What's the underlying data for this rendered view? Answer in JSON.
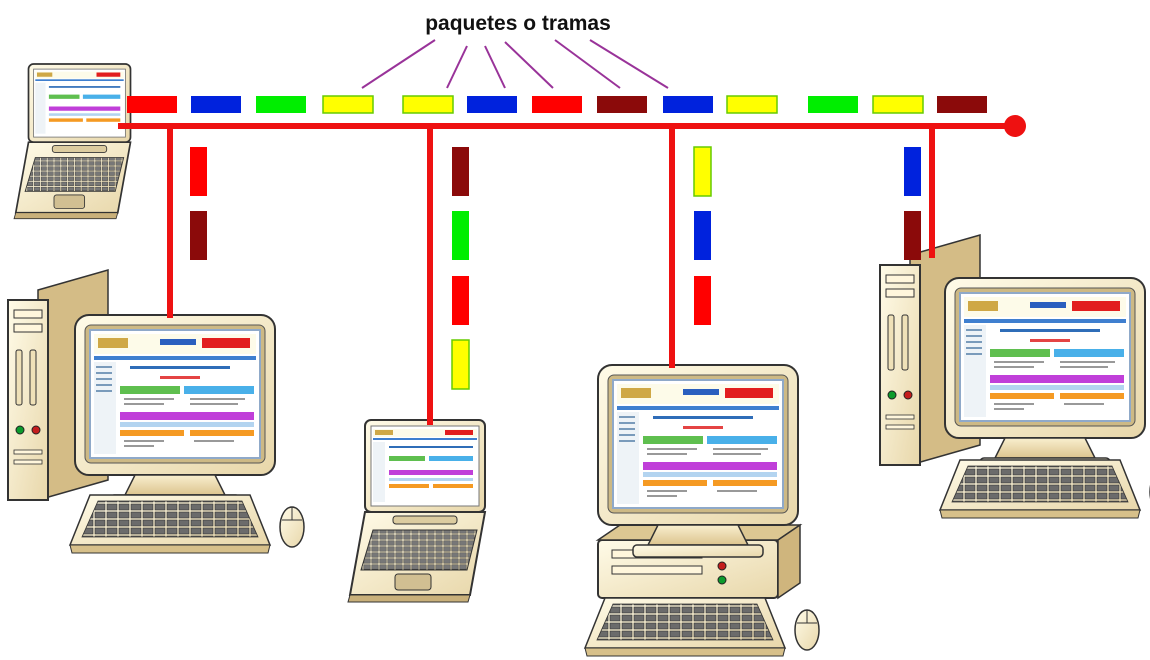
{
  "title": "paquetes o tramas",
  "colors": {
    "bus": "#ee1111",
    "red": "#ff0000",
    "blue": "#0022dd",
    "green": "#00ee00",
    "yellow": "#ffff00",
    "maroon": "#8b0a0a",
    "callout": "#993399"
  },
  "bus_packets": [
    "red",
    "blue",
    "green",
    "yellow",
    "yellow",
    "blue",
    "red",
    "maroon",
    "blue",
    "yellow",
    "green",
    "yellow",
    "maroon"
  ],
  "drop_packets": [
    [
      "red",
      "maroon"
    ],
    [
      "maroon",
      "green",
      "red",
      "yellow"
    ],
    [
      "yellow",
      "blue",
      "red"
    ],
    [
      "blue",
      "maroon"
    ]
  ],
  "devices": [
    {
      "type": "laptop",
      "name": "laptop-top-left-icon"
    },
    {
      "type": "desktop-tower",
      "name": "desktop-left-icon"
    },
    {
      "type": "laptop",
      "name": "laptop-center-icon"
    },
    {
      "type": "desktop-base",
      "name": "desktop-center-icon"
    },
    {
      "type": "desktop-tower",
      "name": "desktop-right-icon"
    }
  ]
}
